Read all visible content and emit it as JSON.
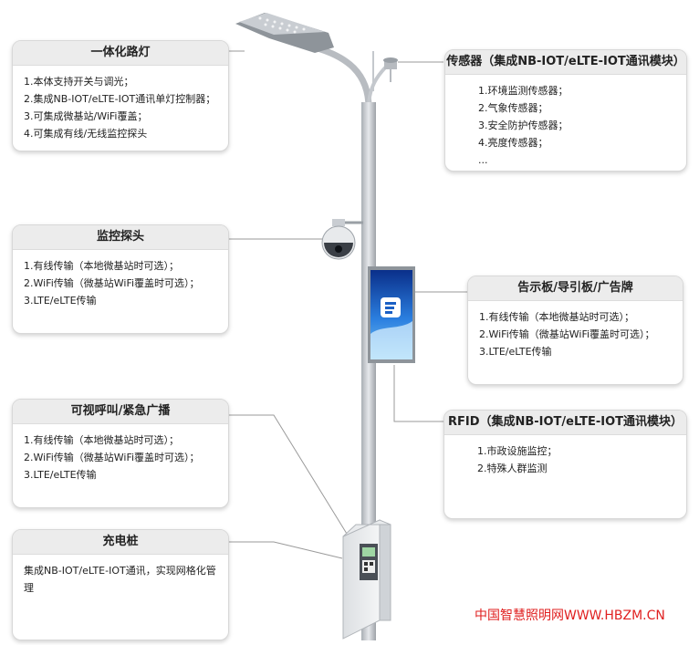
{
  "cards": {
    "streetlight": {
      "title": "一体化路灯",
      "lines": [
        "1.本体支持开关与调光；",
        "2.集成NB-IOT/eLTE-IOT通讯单灯控制器；",
        "3.可集成微基站/WiFi覆盖；",
        "4.可集成有线/无线监控探头"
      ]
    },
    "camera": {
      "title": "监控探头",
      "lines": [
        "1.有线传输（本地微基站时可选）；",
        "2.WiFi传输（微基站WiFi覆盖时可选）；",
        "3.LTE/eLTE传输"
      ]
    },
    "intercom": {
      "title": "可视呼叫/紧急广播",
      "lines": [
        "1.有线传输（本地微基站时可选）；",
        "2.WiFi传输（微基站WiFi覆盖时可选）；",
        "3.LTE/eLTE传输"
      ]
    },
    "charger": {
      "title": "充电桩",
      "text": "集成NB-IOT/eLTE-IOT通讯，实现网格化管理"
    },
    "sensor": {
      "title": "传感器（集成NB-IOT/eLTE-IOT通讯模块）",
      "lines": [
        "1.环境监测传感器；",
        "2.气象传感器；",
        "3.安全防护传感器；",
        "4.亮度传感器；",
        "..."
      ]
    },
    "signboard": {
      "title": "告示板/导引板/广告牌",
      "lines": [
        "1.有线传输（本地微基站时可选）；",
        "2.WiFi传输（微基站WiFi覆盖时可选）；",
        "3.LTE/eLTE传输"
      ]
    },
    "rfid": {
      "title": "RFID（集成NB-IOT/eLTE-IOT通讯模块）",
      "lines": [
        "1.市政设施监控；",
        "2.特殊人群监测"
      ]
    }
  },
  "watermark": "中国智慧照明网WWW.HBZM.CN",
  "colors": {
    "pole": "#c9cdd2",
    "screen": "#1a5fc4",
    "watermark": "#e02020"
  }
}
